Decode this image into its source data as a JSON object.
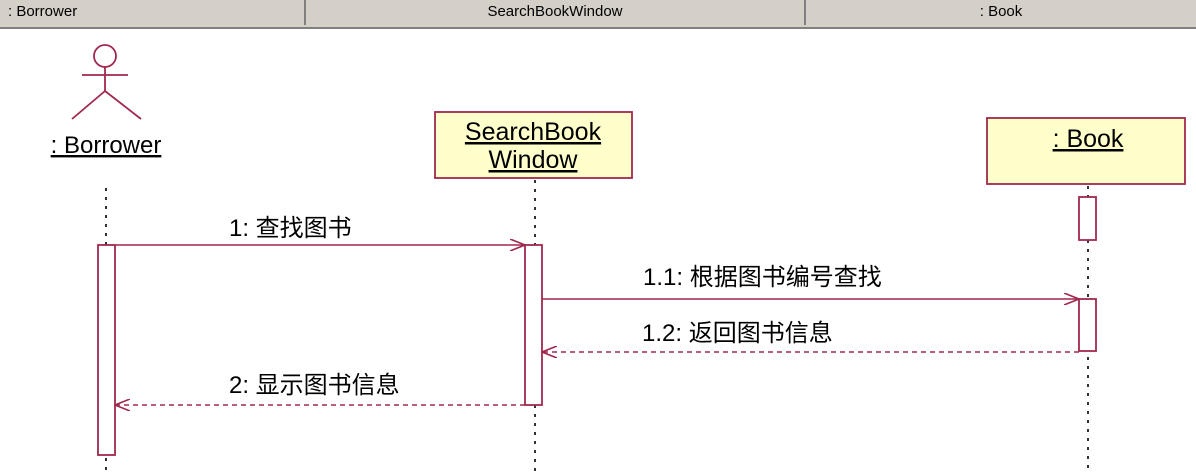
{
  "header": {
    "col1": ": Borrower",
    "col2": "SearchBookWindow",
    "col3": ": Book"
  },
  "actor": {
    "label": ": Borrower"
  },
  "objects": {
    "window": {
      "line1": "SearchBook",
      "line2": "Window"
    },
    "book": {
      "label": ": Book"
    }
  },
  "messages": {
    "m1": "1: 查找图书",
    "m11": "1.1: 根据图书编号查找",
    "m12": "1.2: 返回图书信息",
    "m2": "2: 显示图书信息"
  },
  "colors": {
    "line": "#a0284c",
    "box_fill": "#ffffcc",
    "box_stroke": "#a0284c",
    "header_bg": "#d4d0c8"
  }
}
